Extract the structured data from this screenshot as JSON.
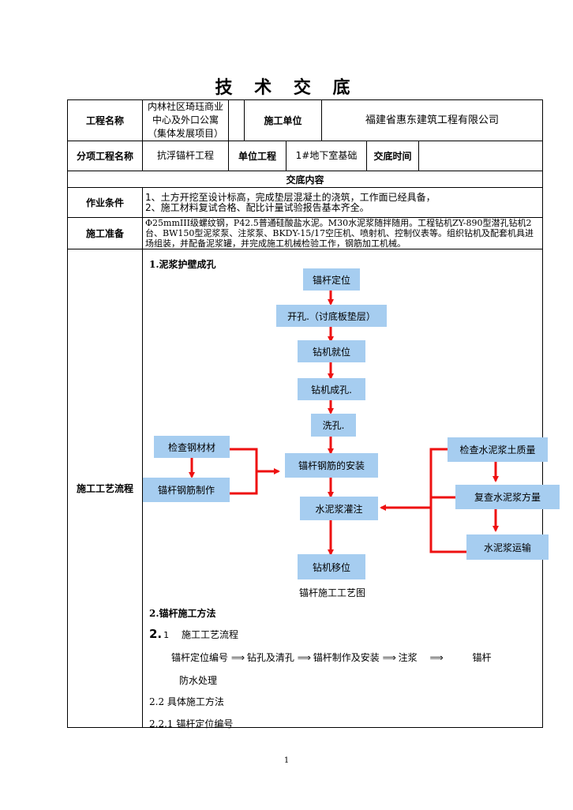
{
  "title": "技 术 交 底",
  "header": {
    "project_name_label": "工程名称",
    "project_name_value": "内林社区琦珏商业中心及外口公寓（集体发展项目）",
    "construction_unit_label": "施工单位",
    "construction_unit_value": "福建省惠东建筑工程有限公司",
    "subproject_label": "分项工程名称",
    "subproject_value": "抗浮锚杆工程",
    "unit_project_label": "单位工程",
    "unit_project_value": "1#地下室基础",
    "handover_time_label": "交底时间",
    "handover_time_value": ""
  },
  "content_header": "交底内容",
  "work_conditions": {
    "label": "作业条件",
    "line1": "1、土方开挖至设计标高，完成垫层混凝土的浇筑，工作面已经具备，",
    "line2": "2、施工材料复试合格、配比计量试验报告基本齐全。"
  },
  "construction_prep": {
    "label": "施工准备",
    "text": "Φ25mmIII级螺纹钢，P42.5普通硅酸盐水泥。M30水泥浆随拌随用。工程钻机ZY-890型潜孔钻机2台、BW150型泥浆泵、注浆泵、BKDY-15/17空压机、喷射机、控制仪表等。组织钻机及配套机具进场组装，并配备泥浆罐，并完成施工机械检验工作，钢筋加工机械。"
  },
  "process_flow": {
    "label": "施工工艺流程",
    "section1_title": "1.泥浆护壁成孔",
    "boxes": {
      "positioning": "锚杆定位",
      "drilling_hole": "开孔.（讨底板垫层）",
      "rig_in_place": "钻机就位",
      "rig_form_hole": "钻机成孔.",
      "wash_hole": "洗孔.",
      "inspect_steel": "检查钢材材",
      "make_rebar": "锚杆钢筋制作",
      "install_rebar": "锚杆钢筋的安装",
      "grouting": "水泥浆灌注",
      "move_rig": "钻机移位",
      "check_quality": "检查水泥浆土质量",
      "recheck_amount": "复查水泥浆方量",
      "transport": "水泥浆运输"
    },
    "diagram_caption": "锚杆施工工艺图",
    "section2_title": "2.锚杆施工方法",
    "s21_num": "2.",
    "s21_sub": "1",
    "s21_title": "施工工艺流程",
    "flow_items": [
      "锚杆定位编号",
      "钻孔及清孔",
      "锚杆制作及安装",
      "注浆",
      "锚杆"
    ],
    "flow_last_line": "防水处理",
    "s22": "2.2  具体施工方法",
    "s221": "2.2.1  锚杆定位编号"
  },
  "page_number": "1",
  "colors": {
    "box_fill": "#a6cdf0",
    "arrow": "#ee1111"
  }
}
